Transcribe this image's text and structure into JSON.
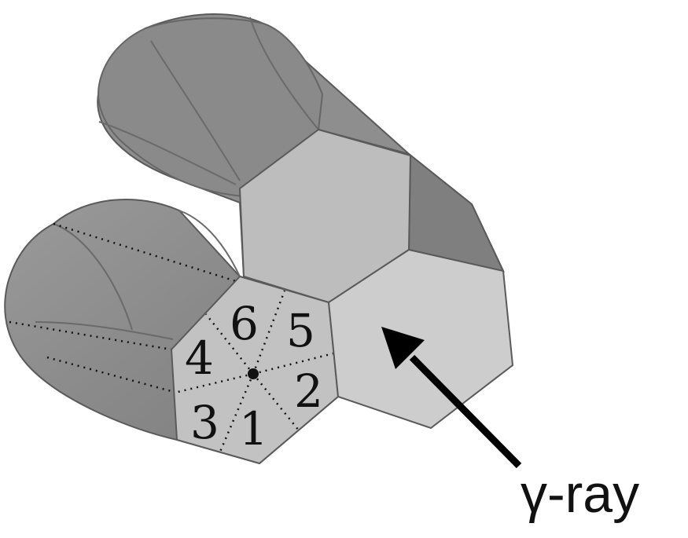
{
  "diagram": {
    "segments": [
      {
        "label": "1"
      },
      {
        "label": "2"
      },
      {
        "label": "3"
      },
      {
        "label": "4"
      },
      {
        "label": "5"
      },
      {
        "label": "6"
      }
    ],
    "ray_label": "γ-ray"
  }
}
